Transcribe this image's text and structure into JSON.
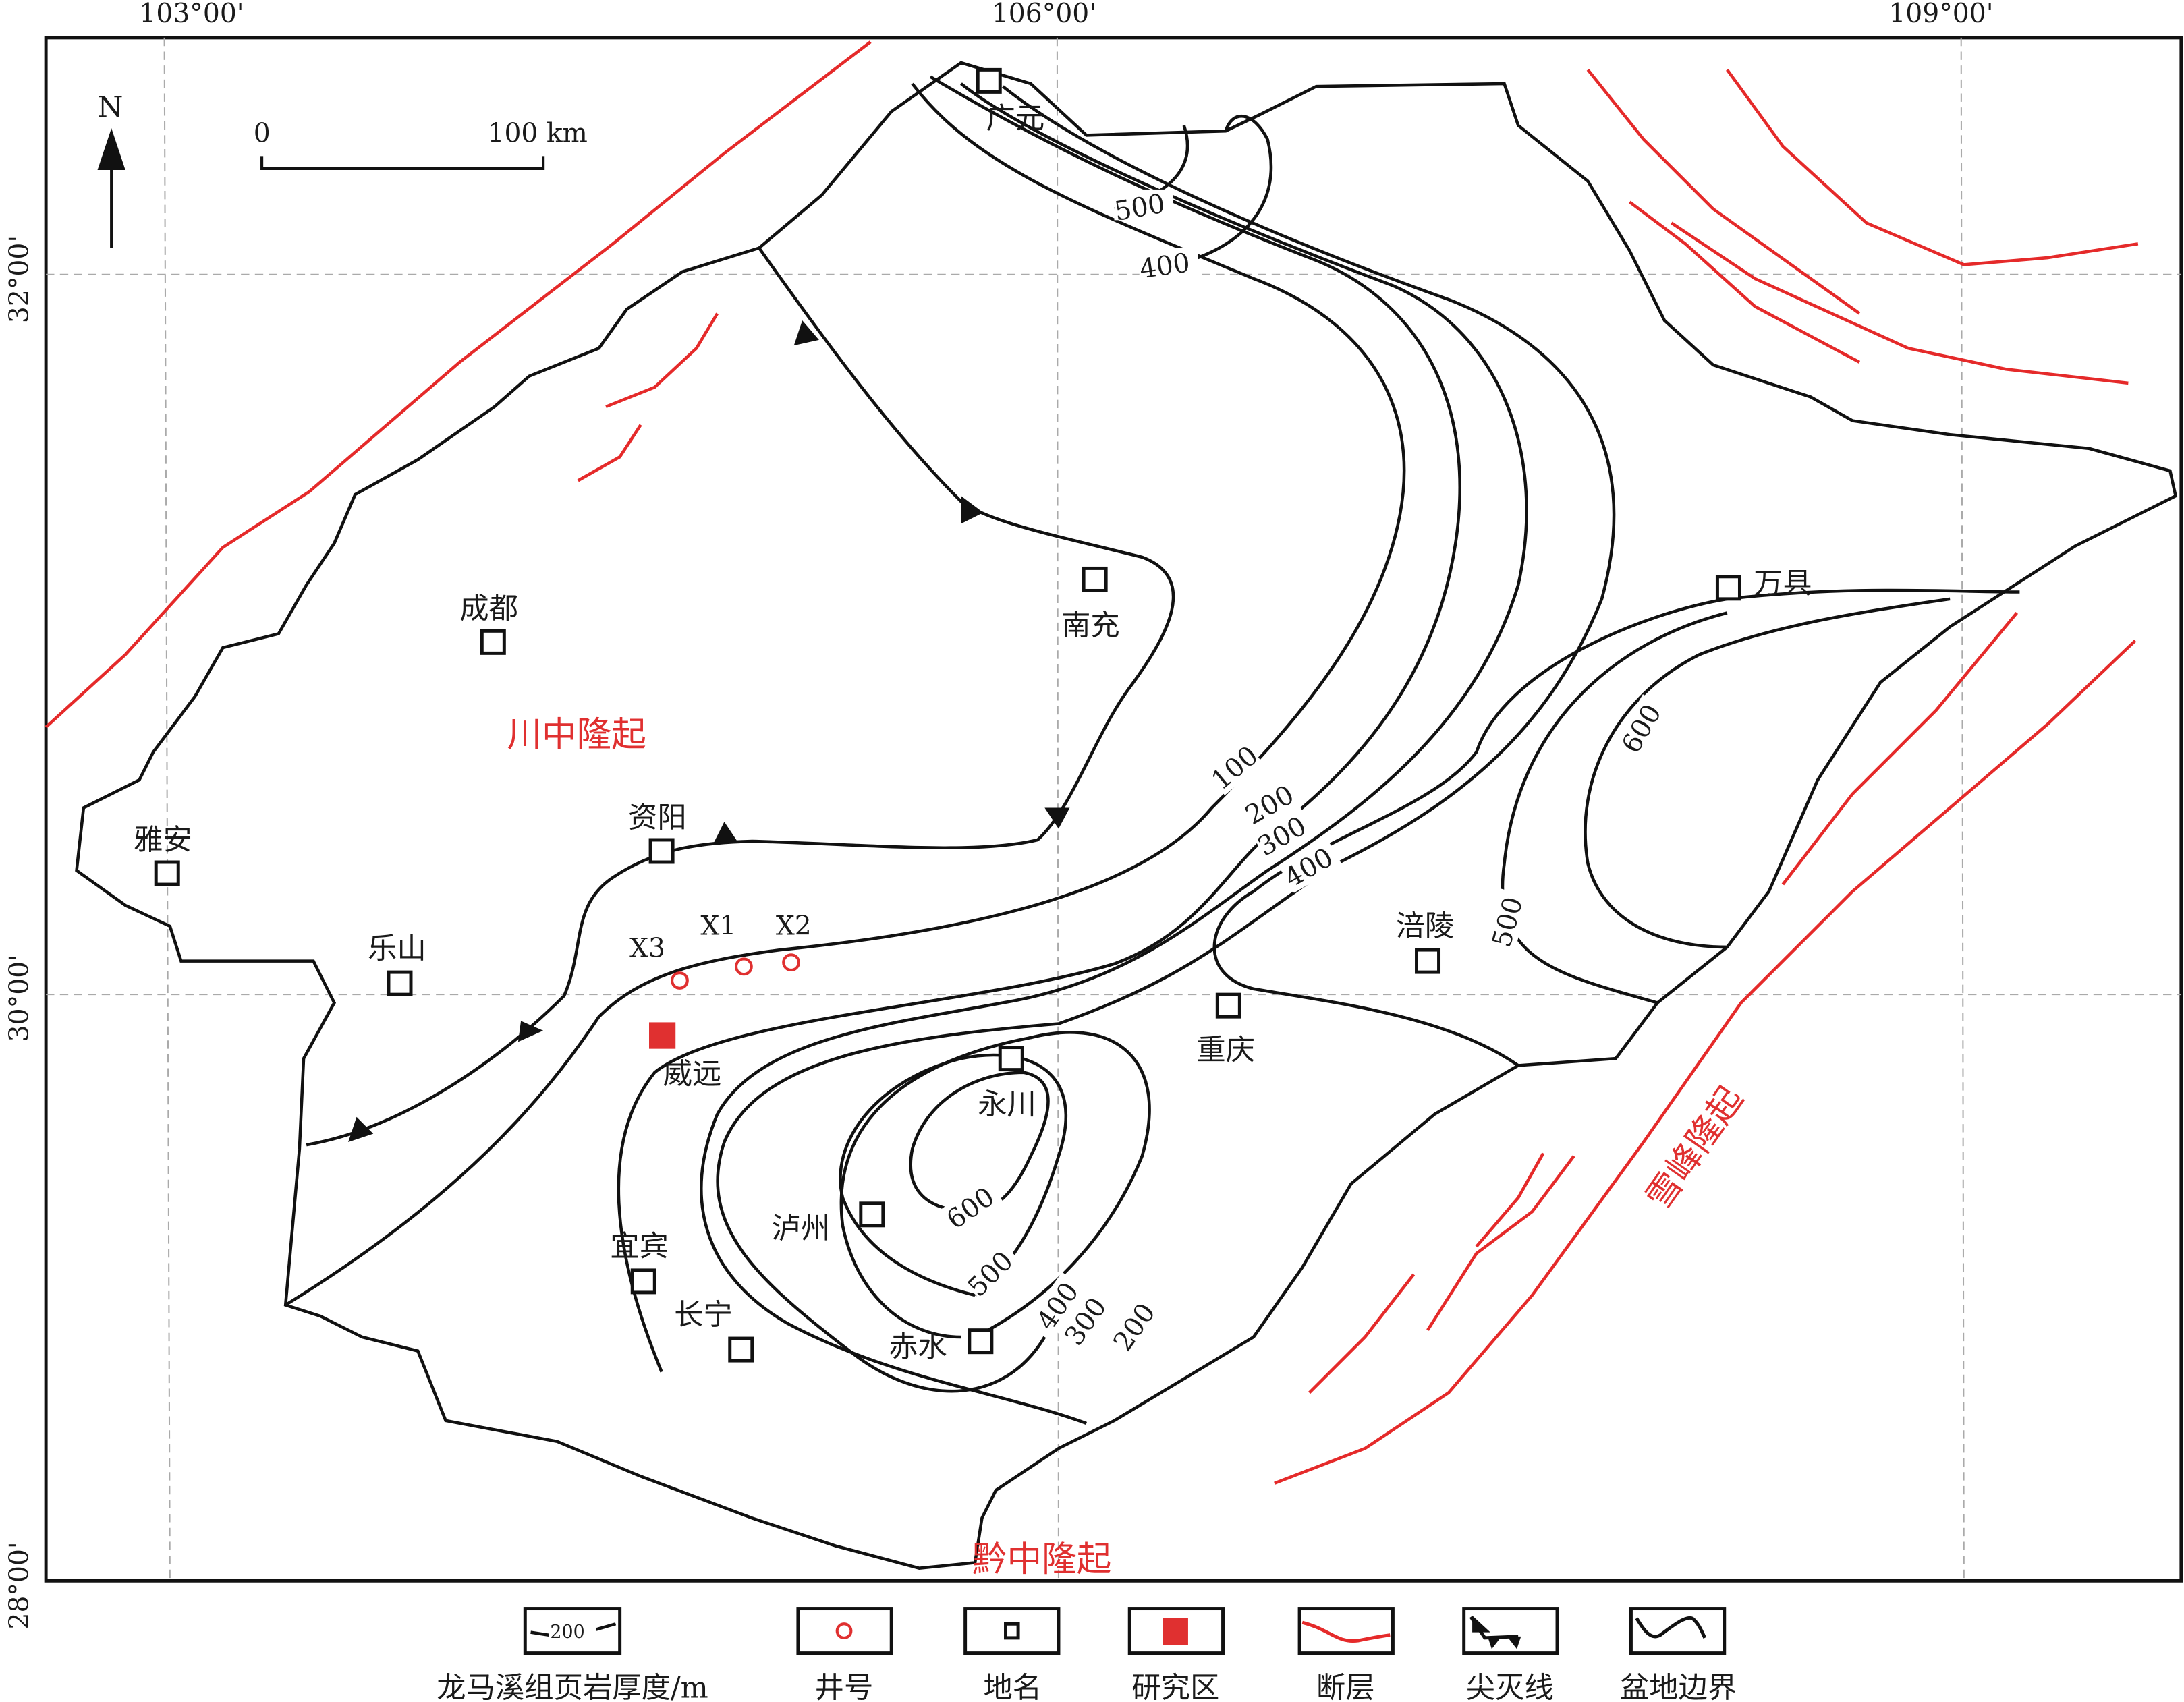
{
  "axes": {
    "lon_labels": [
      "103°00'",
      "106°00'",
      "109°00'"
    ],
    "lat_labels": [
      "32°00'",
      "30°00'",
      "28°00'"
    ]
  },
  "scale": {
    "zero": "0",
    "end": "100 km"
  },
  "north": "N",
  "places": [
    "广元",
    "南充",
    "成都",
    "资阳",
    "雅安",
    "乐山",
    "永川",
    "泸州",
    "宜宾",
    "长宁",
    "赤水",
    "重庆",
    "涪陵",
    "万县"
  ],
  "study_area": "威远",
  "wells": [
    "X3",
    "X1",
    "X2"
  ],
  "uplifts": [
    "川中隆起",
    "黔中隆起",
    "雪峰隆起"
  ],
  "contour_labels": [
    "500",
    "400",
    "100",
    "200",
    "300",
    "400",
    "600",
    "500",
    "600",
    "500",
    "400",
    "300",
    "200"
  ],
  "legend": {
    "sample_value": "200",
    "items": [
      "龙马溪组页岩厚度/m",
      "井号",
      "地名",
      "研究区",
      "断层",
      "尖灭线",
      "盆地边界"
    ]
  },
  "colors": {
    "fault": "#e52a2a",
    "study_area": "#e03030",
    "line": "#111111"
  }
}
